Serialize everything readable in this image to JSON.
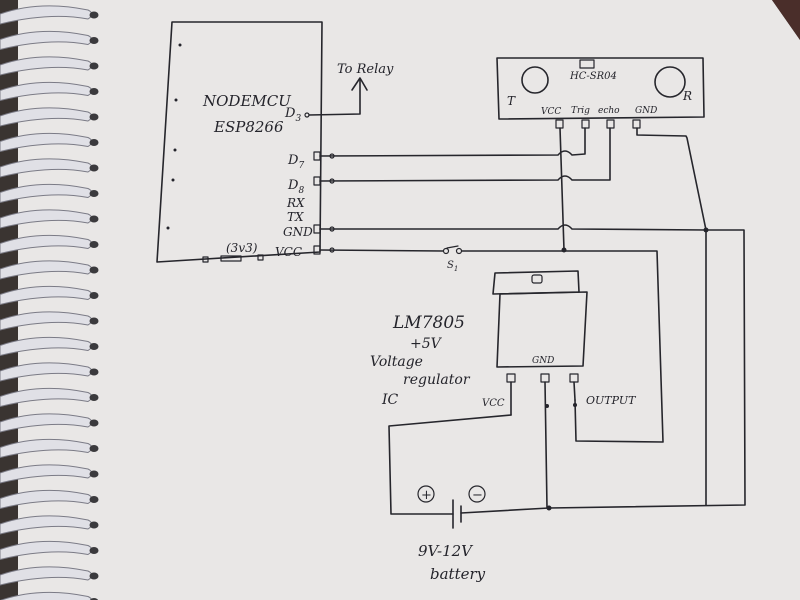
{
  "paper": {
    "color": "#e9e7e6",
    "ink": "#26262c",
    "spiral": "#e0e0e6"
  },
  "nodemcu": {
    "name": "NODEMCU",
    "chip": "ESP8266",
    "pins": {
      "d3": "D",
      "d3_sub": "3",
      "d7": "D",
      "d7_sub": "7",
      "d8": "D",
      "d8_sub": "8",
      "rx": "RX",
      "tx": "TX",
      "gnd": "GND",
      "v3": "(3v3)",
      "vcc": "VCC"
    },
    "relay_label": "To Relay"
  },
  "sensor": {
    "name": "HC-SR04",
    "t": "T",
    "r": "R",
    "pins": [
      "VCC",
      "Trig",
      "echo",
      "GND"
    ]
  },
  "switch_label": "S",
  "switch_sub": "1",
  "regulator": {
    "part": "LM7805",
    "desc": [
      "+5V",
      "Voltage",
      "regulator",
      "IC"
    ],
    "gnd": "GND",
    "vcc": "VCC",
    "output": "OUTPUT"
  },
  "battery": {
    "plus": "+",
    "minus": "−",
    "label": [
      "9V-12V",
      "battery"
    ]
  }
}
